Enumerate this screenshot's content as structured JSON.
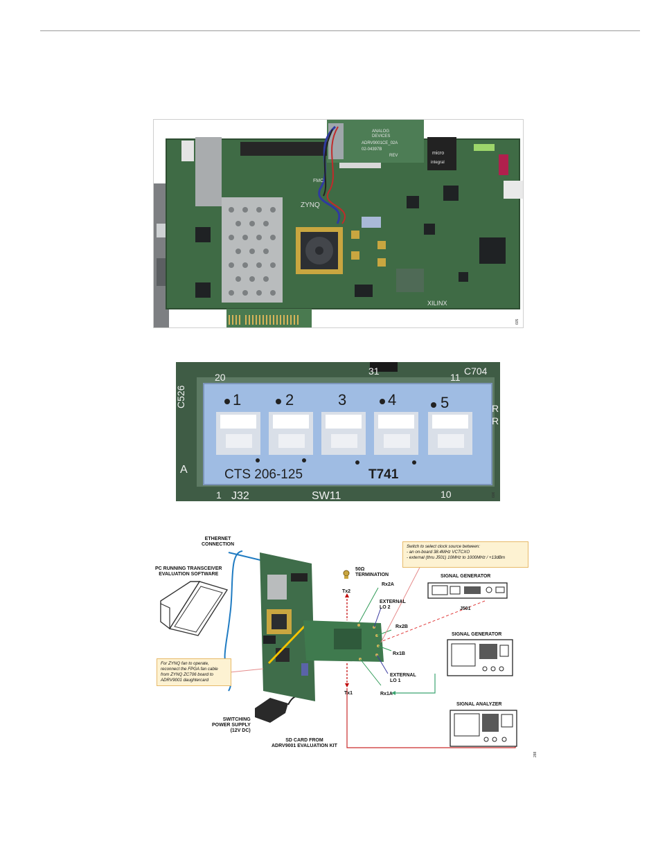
{
  "page": {
    "figure_ids": {
      "board": "605",
      "switch": "606",
      "setup": "288"
    }
  },
  "board_photo": {
    "daughtercard_text": [
      "ANALOG",
      "DEVICES",
      "ADRV9001CE_02A",
      "02-04397B",
      "REV"
    ],
    "chip_marks": [
      "ZYNQ",
      "XILINX",
      "FMC"
    ],
    "sd_card_text": [
      "micro",
      "integral"
    ]
  },
  "switch_photo": {
    "board_labels": {
      "top_left": "20",
      "left_vertical": "C526",
      "top_right_num": "11",
      "top_right": "C704",
      "bottom_left": "1",
      "bottom_j": "J32",
      "bottom_sw": "SW11",
      "bottom_right": "10",
      "left_a": "A",
      "right_r1": "R",
      "right_r2": "R",
      "top_mid": "31"
    },
    "switch_numbers": [
      "1",
      "2",
      "3",
      "4",
      "5"
    ],
    "marking_left": "CTS 206-125",
    "marking_right": "T741"
  },
  "setup_diagram": {
    "labels": {
      "ethernet": [
        "ETHERNET",
        "CONNECTION"
      ],
      "pc": [
        "PC RUNNING TRANSCEIVER",
        "EVALUATION SOFTWARE"
      ],
      "termination": [
        "50Ω",
        "TERMINATION"
      ],
      "tx2": "Tx2",
      "tx1": "Tx1",
      "rx2a": "Rx2A",
      "rx2b": "Rx2B",
      "rx1b": "Rx1B",
      "rx1a": "Rx1A",
      "ext_lo2": [
        "EXTERNAL",
        "LO 2"
      ],
      "ext_lo1": [
        "EXTERNAL",
        "LO 1"
      ],
      "sig_gen_1": "SIGNAL GENERATOR",
      "j501": "J501",
      "sig_gen_2": "SIGNAL GENERATOR",
      "sig_analyzer": "SIGNAL ANALYZER",
      "power": [
        "SWITCHING",
        "POWER SUPPLY",
        "(12V DC)"
      ],
      "sd_card": [
        "SD CARD FROM",
        "ADRV9001 EVALUATION KIT"
      ]
    },
    "clock_note": [
      "Switch to select clock source between:",
      "- an on-board 38.4MHz VCTCXO",
      "- external (thru J501) 10MHz to 1000MHz / +13dBm"
    ],
    "fan_note": [
      "For ZYNQ fan to operate,",
      "reconnect the FPGA fan cable",
      "from ZYNQ ZC706 board to",
      "ADRV9001 daughtercard"
    ]
  }
}
